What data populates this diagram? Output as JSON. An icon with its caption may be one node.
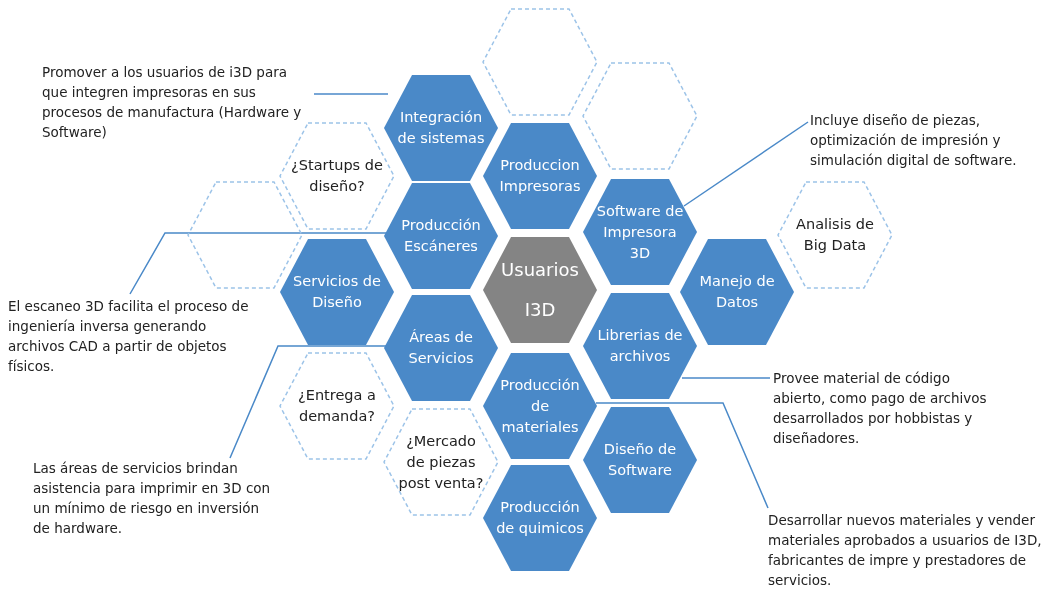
{
  "diagram": {
    "nodes": [
      {
        "text": [],
        "shape": "hexagon"
      },
      {
        "text": [
          "Promover a los usuarios de i3D para que integren impresoras en sus procesos de manufactura (Hardware y Software)"
        ]
      },
      {
        "text": [
          "Integración de sistemas"
        ]
      },
      {
        "text": [],
        "shape": "hexagon"
      },
      {
        "text": [
          "Incluye diseño de piezas, optimización de impresión y simulación digital de software."
        ]
      },
      {
        "text": [
          "Produccion Impresoras"
        ]
      },
      {
        "text": [
          "¿Startups de diseño?"
        ]
      },
      {
        "text": [],
        "shape": "hexagon"
      },
      {
        "text": [
          "Producción Escáneres"
        ]
      },
      {
        "text": [
          "Software de Impresora 3D"
        ]
      },
      {
        "text": [
          "Analisis de Big Data"
        ]
      },
      {
        "text": [
          "Usuarios I3D"
        ]
      },
      {
        "text": [
          "Servicios de Diseño"
        ]
      },
      {
        "text": [
          "Manejo de Datos"
        ]
      },
      {
        "text": [
          "El escaneo 3D facilita el proceso de ingeniería inversa generando archivos CAD a partir de objetos físicos."
        ]
      },
      {
        "text": [
          "Áreas de Servicios"
        ]
      },
      {
        "text": [
          "Librerias de archivos"
        ]
      },
      {
        "text": [
          "Provee material de código abierto, como pago de archivos desarrollados por hobbistas y diseñadores."
        ]
      },
      {
        "text": [
          "Producción de materiales"
        ]
      },
      {
        "text": [
          "¿Entrega a demanda?"
        ]
      },
      {
        "text": [
          "¿Mercado de piezas post venta?"
        ]
      },
      {
        "text": [
          "Diseño de Software"
        ]
      },
      {
        "text": [
          "Las áreas de servicios brindan asistencia para imprimir en 3D con un mínimo de riesgo en inversión de hardware."
        ]
      },
      {
        "text": [
          "Producción de quimicos"
        ]
      },
      {
        "text": [
          "Desarrollar nuevos materiales y vender materiales aprobados a usuarios de I3D, fabricantes de impre y prestadores de servicios."
        ]
      }
    ],
    "edges": [
      {
        "from": 1,
        "to": 2,
        "arrow": "none"
      },
      {
        "from": 4,
        "to": 9,
        "arrow": "none"
      },
      {
        "from": 14,
        "to": 8,
        "arrow": "none"
      },
      {
        "from": 22,
        "to": 15,
        "arrow": "none"
      },
      {
        "from": 17,
        "to": 16,
        "arrow": "none"
      },
      {
        "from": 24,
        "to": 18,
        "arrow": "none"
      }
    ]
  }
}
